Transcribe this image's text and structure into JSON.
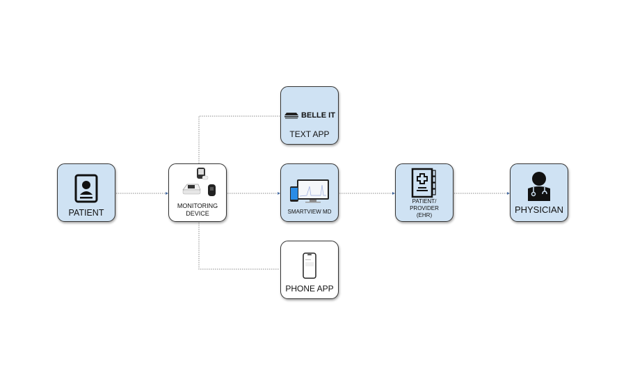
{
  "nodes": {
    "patient": {
      "label": "PATIENT",
      "icon": "id-card-icon"
    },
    "monitoring": {
      "label_line1": "MONITORING",
      "label_line2": "DEVICE",
      "icon": "devices-icon"
    },
    "text_app": {
      "logo_text": "BELLE IT",
      "label": "TEXT APP",
      "icon": "belle-it-logo"
    },
    "smartview": {
      "label": "SMARTVIEW MD",
      "icon": "monitor-phone-icon"
    },
    "phone_app": {
      "label": "PHONE APP",
      "icon": "smartphone-icon"
    },
    "ehr": {
      "label_line1": "PATIENT/",
      "label_line2": "PROVIDER",
      "label_line3": "(EHR)",
      "icon": "medical-record-icon"
    },
    "physician": {
      "label": "PHYSICIAN",
      "icon": "doctor-icon"
    }
  },
  "colors": {
    "node_fill": "#cfe2f3",
    "connector": "#8a8a8a",
    "arrow": "#4a6fa5"
  }
}
